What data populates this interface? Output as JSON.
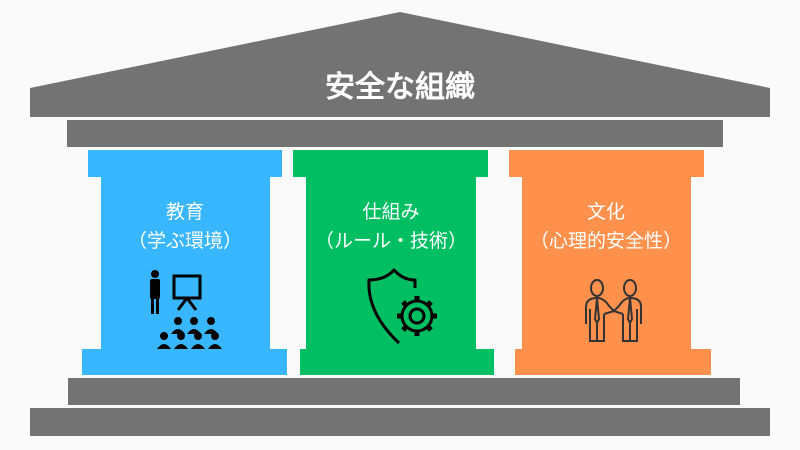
{
  "title": "安全な組織",
  "pillars": [
    {
      "line1": "教育",
      "line2": "（学ぶ環境）",
      "icon": "presentation-audience-icon",
      "color": "#38b6ff"
    },
    {
      "line1": "仕組み",
      "line2": "（ルール・技術）",
      "icon": "shield-gear-icon",
      "color": "#00bf63"
    },
    {
      "line1": "文化",
      "line2": "（心理的安全性）",
      "icon": "handshake-people-icon",
      "color": "#ff914d"
    }
  ],
  "colors": {
    "structure": "#737373",
    "background": "#fafafa"
  }
}
